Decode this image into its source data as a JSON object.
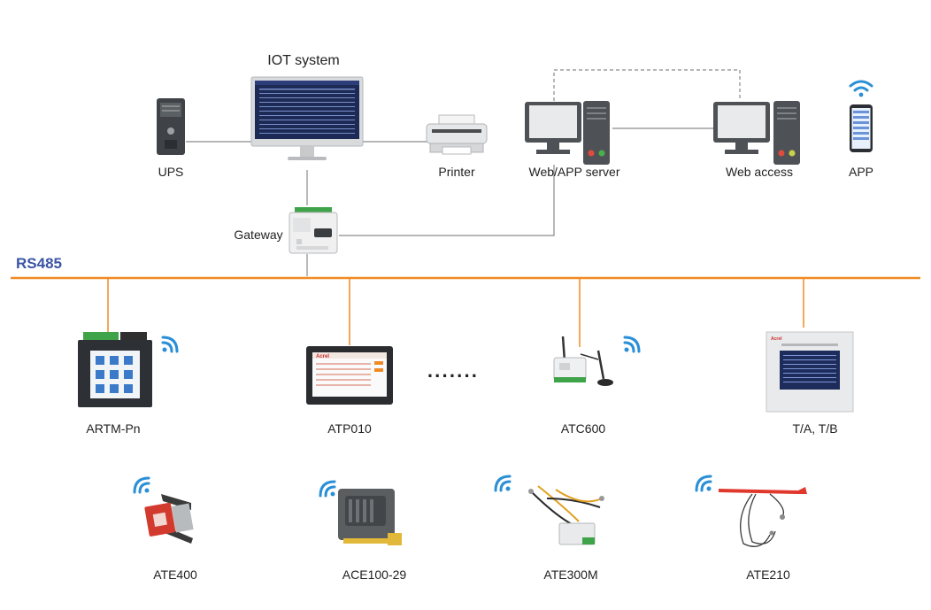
{
  "diagram": {
    "bus_label": "RS485",
    "top_nodes": {
      "iot_system": "IOT system",
      "ups": "UPS",
      "printer": "Printer",
      "web_app_server": "Web/APP server",
      "web_access": "Web access",
      "app": "APP",
      "gateway": "Gateway"
    },
    "bus_devices": [
      "ARTM-Pn",
      "ATP010",
      "ATC600",
      "T/A, T/B"
    ],
    "ellipsis": "·······",
    "wireless_devices": [
      "ATE400",
      "ACE100-29",
      "ATE300M",
      "ATE210"
    ],
    "brand_mark": "Acrel",
    "colors": {
      "bus_line": "#f08a24",
      "bus_label": "#3b55a6",
      "wifi_icon": "#2a8fd6",
      "connector_line": "#8a8a8a"
    }
  }
}
